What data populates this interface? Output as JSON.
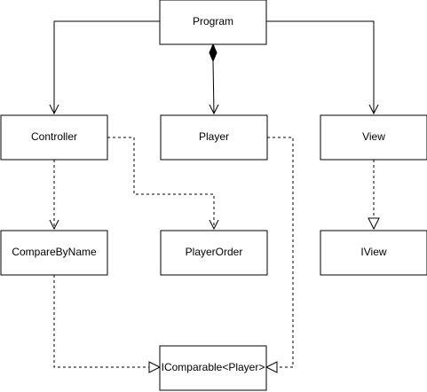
{
  "diagram": {
    "nodes": {
      "program": "Program",
      "controller": "Controller",
      "player": "Player",
      "view": "View",
      "compare_by_name": "CompareByName",
      "player_order": "PlayerOrder",
      "iview": "IView",
      "icomparable": "IComparable<Player>"
    },
    "edges": [
      {
        "from": "program",
        "to": "controller",
        "style": "solid",
        "head": "open-arrow"
      },
      {
        "from": "program",
        "to": "player",
        "style": "solid",
        "tail": "filled-diamond",
        "head": "open-arrow"
      },
      {
        "from": "program",
        "to": "view",
        "style": "solid",
        "head": "open-arrow"
      },
      {
        "from": "controller",
        "to": "compare_by_name",
        "style": "dashed",
        "head": "open-arrow"
      },
      {
        "from": "controller",
        "to": "player_order",
        "style": "dashed",
        "head": "open-arrow"
      },
      {
        "from": "view",
        "to": "iview",
        "style": "dashed",
        "head": "hollow-triangle"
      },
      {
        "from": "compare_by_name",
        "to": "icomparable",
        "style": "dashed",
        "head": "hollow-triangle"
      },
      {
        "from": "player",
        "to": "icomparable",
        "style": "dashed",
        "head": "hollow-triangle"
      }
    ]
  }
}
